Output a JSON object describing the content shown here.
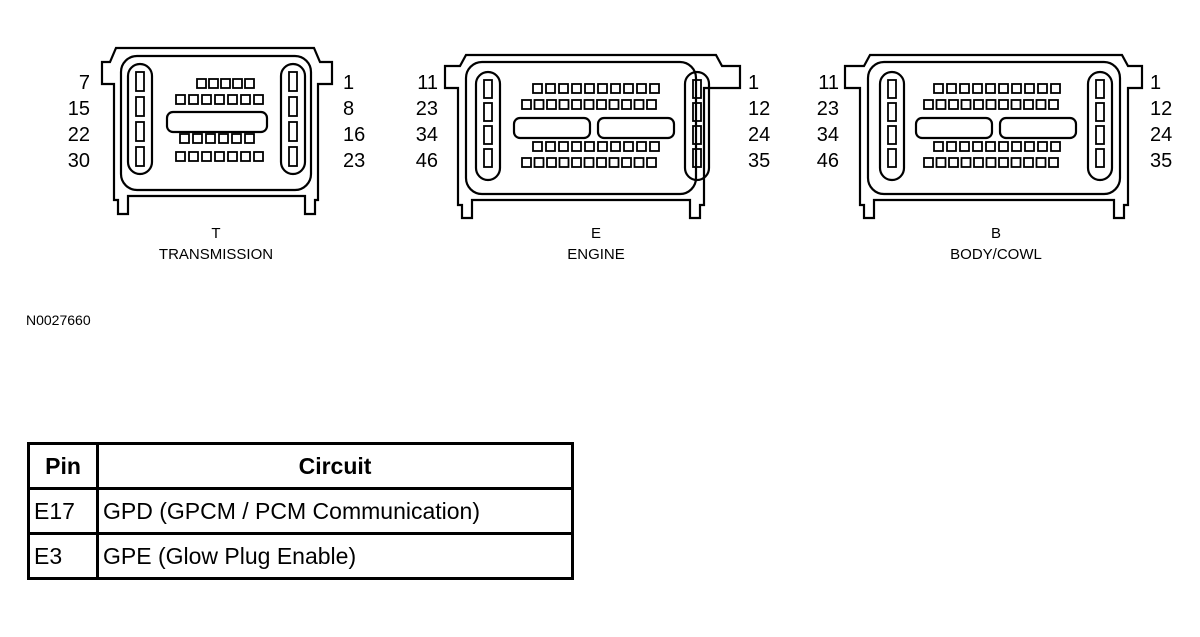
{
  "connectors": [
    {
      "letter": "T",
      "name": "TRANSMISSION",
      "left_pins": [
        "7",
        "15",
        "22",
        "30"
      ],
      "right_pins": [
        "1",
        "8",
        "16",
        "23"
      ]
    },
    {
      "letter": "E",
      "name": "ENGINE",
      "left_pins": [
        "11",
        "23",
        "34",
        "46"
      ],
      "right_pins": [
        "1",
        "12",
        "24",
        "35"
      ]
    },
    {
      "letter": "B",
      "name": "BODY/COWL",
      "left_pins": [
        "11",
        "23",
        "34",
        "46"
      ],
      "right_pins": [
        "1",
        "12",
        "24",
        "35"
      ]
    }
  ],
  "reference": "N0027660",
  "table": {
    "headers": [
      "Pin",
      "Circuit"
    ],
    "rows": [
      [
        "E17",
        "GPD (GPCM / PCM Communication)"
      ],
      [
        "E3",
        "GPE (Glow Plug Enable)"
      ]
    ]
  }
}
